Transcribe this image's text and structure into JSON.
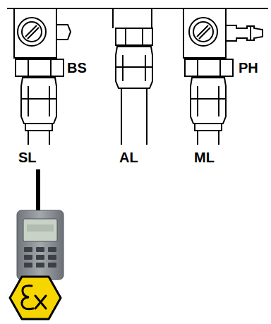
{
  "diagram": {
    "labels": [
      "BS",
      "PH",
      "SL",
      "AL",
      "ML"
    ]
  }
}
